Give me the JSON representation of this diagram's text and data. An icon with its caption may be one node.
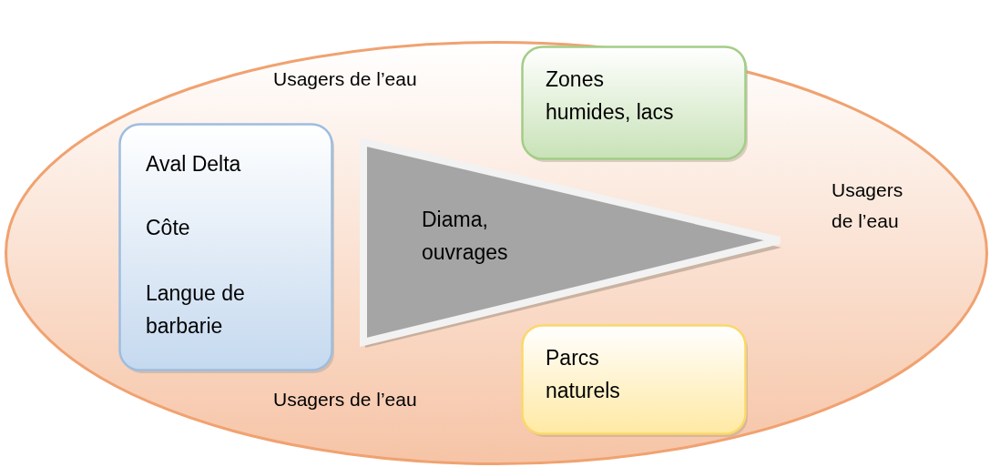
{
  "diagram": {
    "nodes": [
      {
        "text": [],
        "shape": "ellipse"
      },
      {
        "text": [
          "Aval Delta",
          "Côte",
          "Langue de barbarie"
        ],
        "in": 0
      },
      {
        "text": [
          "Diama, ouvrages"
        ],
        "in": 0
      },
      {
        "text": [
          "Zones humides, lacs"
        ],
        "in": 0
      },
      {
        "text": [
          "Parcs naturels"
        ],
        "in": 0
      }
    ],
    "labels": [
      "Usagers de l’eau",
      "Usagers de l’eau",
      "Usagers de l’eau"
    ]
  }
}
